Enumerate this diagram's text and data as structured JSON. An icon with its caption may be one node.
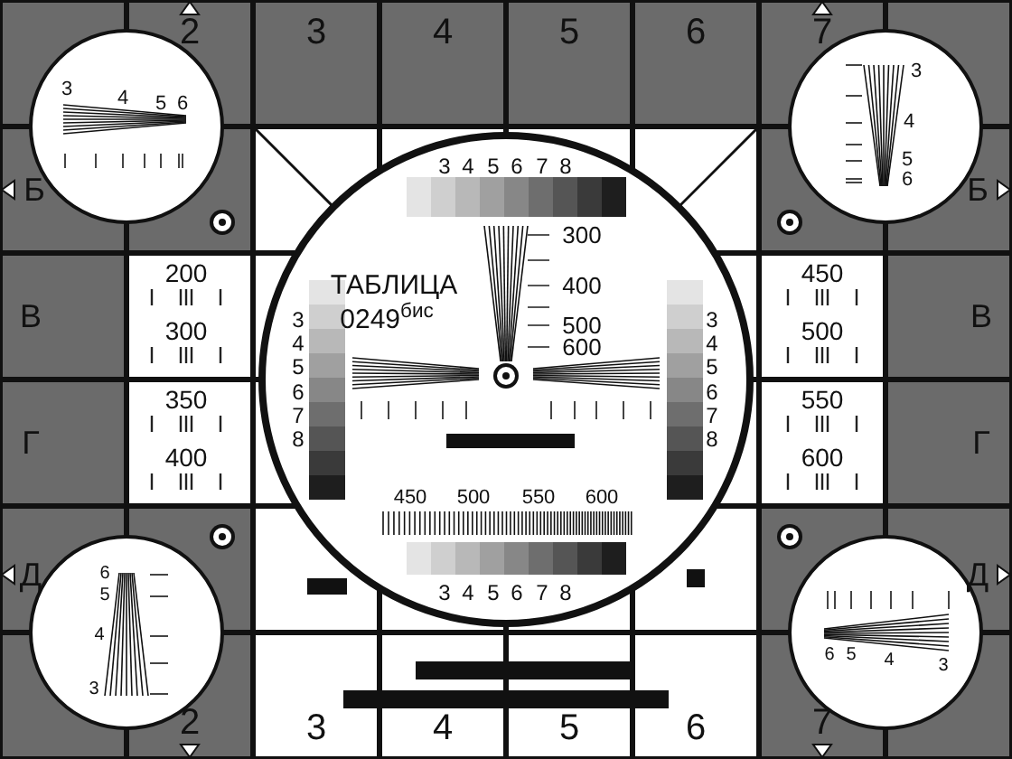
{
  "diagram": {
    "labels": [
      "2",
      "3",
      "4",
      "5",
      "6",
      "7",
      "3",
      "3",
      "4",
      "5",
      "6",
      "4",
      "5",
      "3",
      "4",
      "5",
      "6",
      "7",
      "8",
      "6",
      "Б",
      "Б",
      "300",
      "200",
      "ТАБЛИЦА",
      "400",
      "450",
      "В",
      "300",
      "3",
      "4",
      "0249$^{бис}$",
      "500",
      "600",
      "3",
      "4",
      "500",
      "В",
      "5",
      "5",
      "Г",
      "350",
      "400",
      "6",
      "7",
      "8",
      "6",
      "7",
      "8",
      "550",
      "600",
      "Г",
      "450",
      "500",
      "550",
      "600",
      "Д",
      "6",
      "5",
      "3",
      "4",
      "5",
      "6",
      "7",
      "8",
      "Д",
      "4",
      "6",
      "5",
      "4",
      "3",
      "3",
      "2",
      "3",
      "4",
      "5",
      "6",
      "7"
    ]
  }
}
